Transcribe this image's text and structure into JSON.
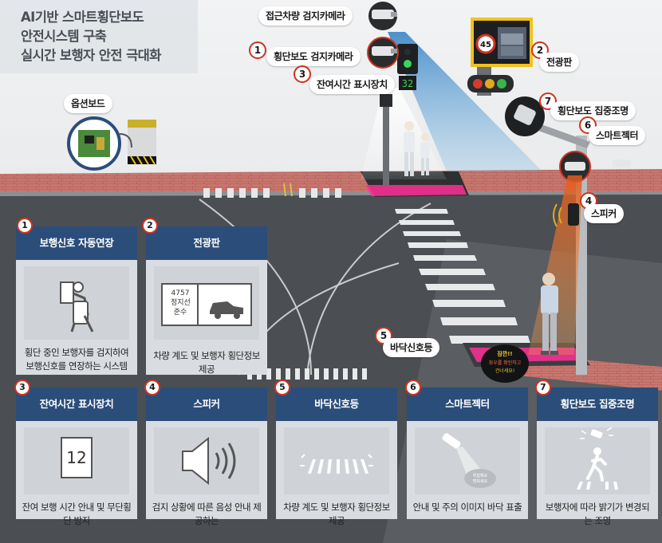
{
  "title": {
    "line1": "AI기반 스마트횡단보도",
    "line2": "안전시스템 구축",
    "line3": "실시간 보행자 안전 극대화"
  },
  "scene_labels": {
    "approach_camera": "접근차량 검지카메라",
    "crossing_camera": "횡단보도 검지카메라",
    "remaining_time": "잔여시간 표시장치",
    "billboard": "전광판",
    "focus_light": "횡단보도 집중조명",
    "smart_projector": "스마트젝터",
    "speaker": "스피커",
    "floor_signal": "바닥신호등",
    "option_board": "옵션보드"
  },
  "scene_numbers": {
    "crossing_camera": "1",
    "remaining_time": "3",
    "billboard": "2",
    "focus_light": "7",
    "smart_projector": "6",
    "speaker": "4",
    "floor_signal": "5"
  },
  "scene_extras": {
    "speed_limit": "45",
    "countdown": "32",
    "floor_projection": "잠깐!! 좌우를 확인하고 건너세요!"
  },
  "cards": [
    {
      "num": "1",
      "title": "보행신호 자동연장",
      "desc": "횡단 중인 보행자를 검지하여 보행신호를 연장하는 시스템",
      "icon": "pedestrian-extend-icon"
    },
    {
      "num": "2",
      "title": "전광판",
      "desc": "차량 계도 및 보행자 횡단정보 제공",
      "icon": "billboard-icon",
      "billboard": {
        "plate": "4757",
        "text": "정지선 준수"
      }
    },
    {
      "num": "3",
      "title": "잔여시간 표시장치",
      "desc": "잔여 보행 시간 안내 및 무단횡단 방지",
      "icon": "countdown-icon",
      "value": "12"
    },
    {
      "num": "4",
      "title": "스피커",
      "desc": "검지 상황에 따른 음성 안내 제공하는",
      "icon": "speaker-icon"
    },
    {
      "num": "5",
      "title": "바닥신호등",
      "desc": "차량 계도 및 보행자 횡단정보 제공",
      "icon": "floor-signal-icon"
    },
    {
      "num": "6",
      "title": "스마트젝터",
      "desc": "안내 및 주의 이미지 바닥 표출",
      "icon": "projector-icon"
    },
    {
      "num": "7",
      "title": "횡단보도 집중조명",
      "desc": "보행자에 따라 밝기가 변경되는 조명",
      "icon": "focus-light-icon"
    }
  ],
  "colors": {
    "card_header": "#2b4d7a",
    "road": "#4b4e52",
    "sidewalk": "#c97a72",
    "number_ring": "#d0331f",
    "floor_signal": "#ff2f95",
    "camera_beam": "#3f8fd0",
    "projector_beam": "#e8702a"
  }
}
